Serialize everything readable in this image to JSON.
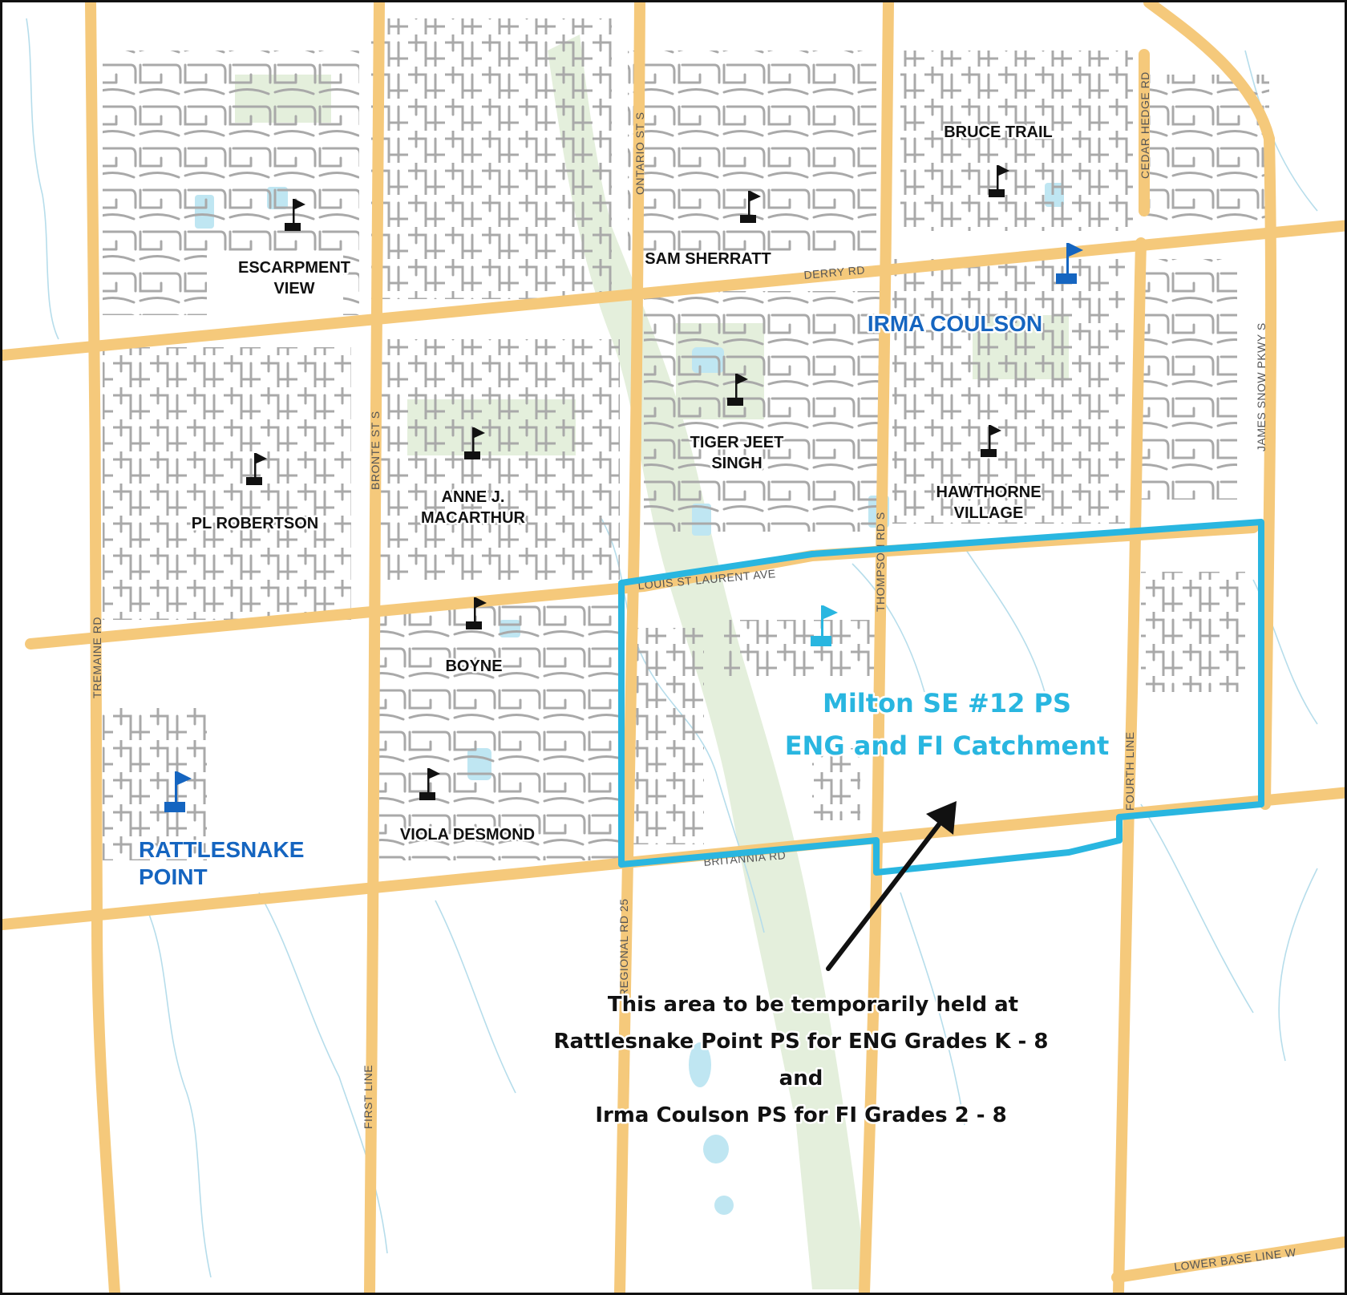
{
  "colors": {
    "background": "#ffffff",
    "arterial_road": "#F5C97B",
    "local_street": "#A9A9A9",
    "water": "#BFE6F2",
    "greenspace": "#E4EFDC",
    "catchment_boundary": "#29B6E0",
    "school_black": "#111111",
    "school_blue": "#1565C0",
    "school_new": "#29B6E0",
    "arrow": "#111111",
    "frame": "#111111"
  },
  "roads": {
    "derry_rd": "DERRY RD",
    "ontario_st_s": "ONTARIO ST S",
    "cedar_hedge_rd": "CEDAR HEDGE RD",
    "james_snow_pkwy_s": "JAMES SNOW PKWY S",
    "bronte_st_s": "BRONTE ST S",
    "louis_st_laurent_ave": "LOUIS ST LAURENT AVE",
    "thompson_rd_s": "THOMPSON RD S",
    "tremaine_rd": "TREMAINE RD",
    "britannia_rd": "BRITANNIA RD",
    "regional_rd_25": "REGIONAL RD 25",
    "fourth_line": "FOURTH LINE",
    "first_line": "FIRST LINE",
    "lower_base_line_w": "LOWER BASE LINE W"
  },
  "schools": {
    "escarpment_view": {
      "line1": "ESCARPMENT",
      "line2": "VIEW",
      "icon": "school-flag-icon"
    },
    "sam_sherratt": {
      "name": "SAM SHERRATT",
      "icon": "school-flag-icon"
    },
    "bruce_trail": {
      "name": "BRUCE TRAIL",
      "icon": "school-flag-icon"
    },
    "irma_coulson": {
      "name": "IRMA COULSON",
      "icon": "school-flag-icon"
    },
    "tiger_jeet_singh": {
      "line1": "TIGER JEET",
      "line2": "SINGH",
      "icon": "school-flag-icon"
    },
    "hawthorne_village": {
      "line1": "HAWTHORNE",
      "line2": "VILLAGE",
      "icon": "school-flag-icon"
    },
    "pl_robertson": {
      "name": "PL ROBERTSON",
      "icon": "school-flag-icon"
    },
    "anne_j_macarthur": {
      "line1": "ANNE J.",
      "line2": "MACARTHUR",
      "icon": "school-flag-icon"
    },
    "boyne": {
      "name": "BOYNE",
      "icon": "school-flag-icon"
    },
    "viola_desmond": {
      "name": "VIOLA DESMOND",
      "icon": "school-flag-icon"
    },
    "rattlesnake_point": {
      "line1": "RATTLESNAKE",
      "line2": "POINT",
      "icon": "school-flag-icon"
    },
    "milton_se_12": {
      "icon": "school-flag-icon"
    }
  },
  "catchment": {
    "line1": "Milton SE  #12 PS",
    "line2": "ENG and FI Catchment"
  },
  "note": {
    "line1": "This area to be temporarily held at",
    "line2": "Rattlesnake Point PS for ENG Grades K - 8",
    "line3": "and",
    "line4": "Irma Coulson PS for FI Grades 2 - 8"
  }
}
